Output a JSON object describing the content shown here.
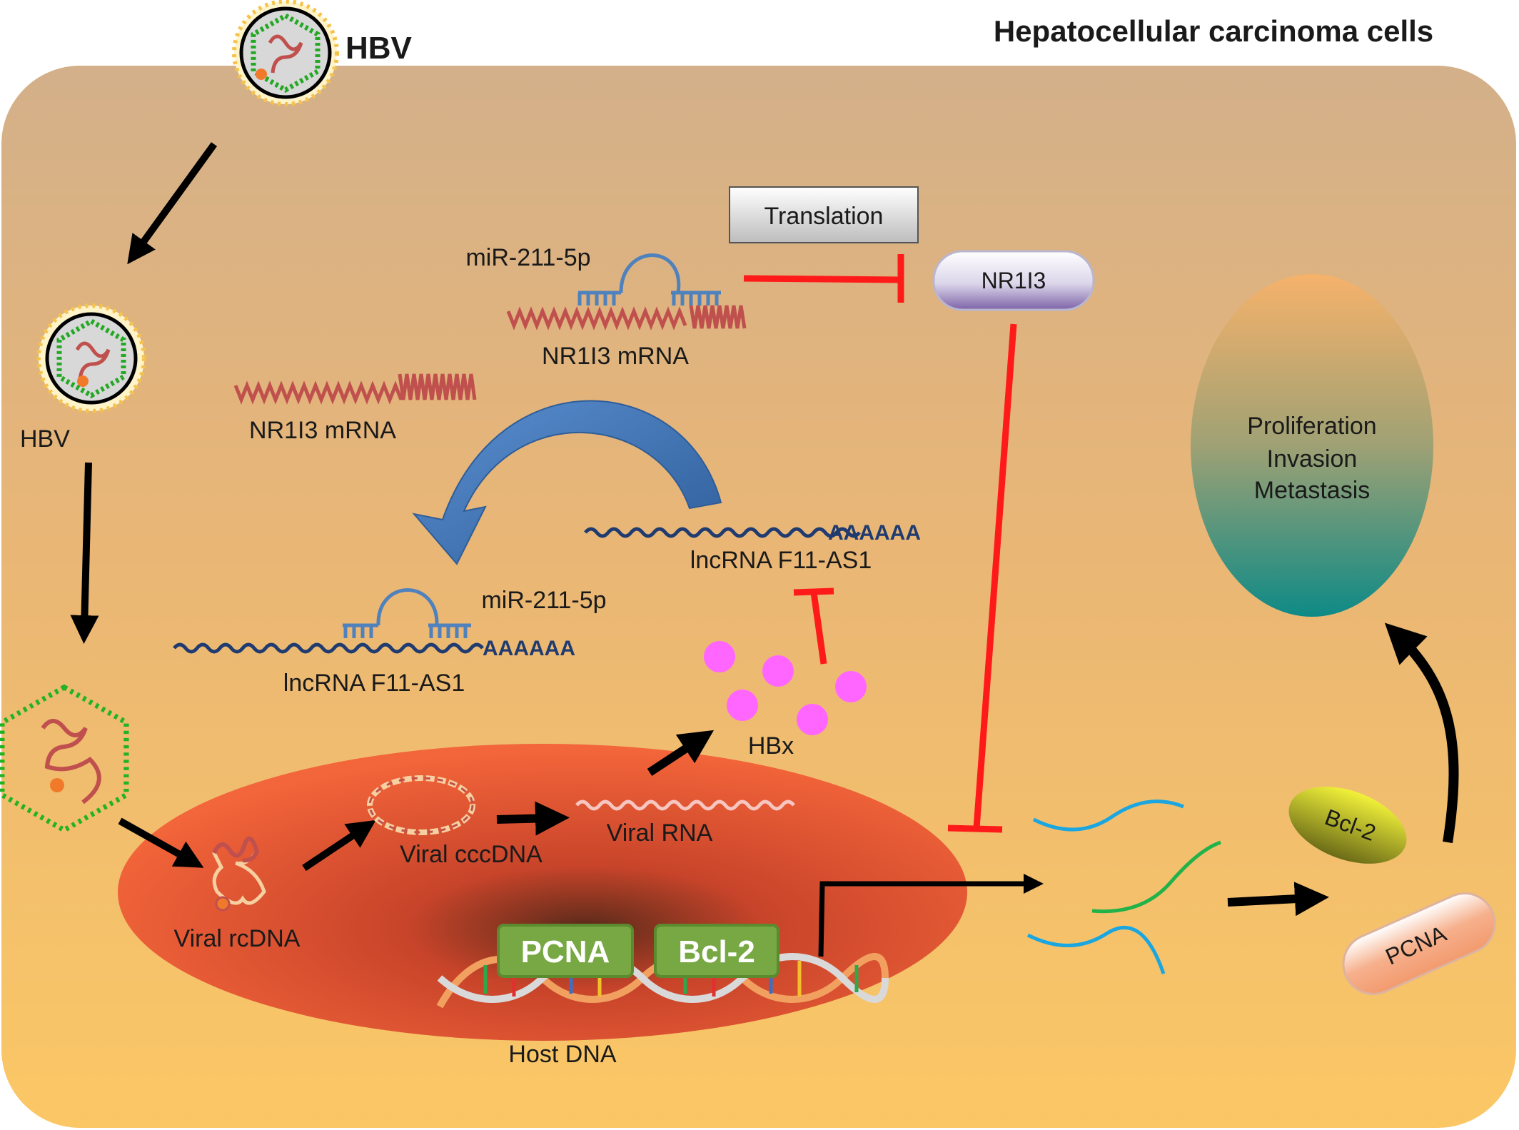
{
  "title": "Hepatocellular carcinoma cells",
  "hbv_outer_label": "HBV",
  "hbv_inner_label": "HBV",
  "translation_label": "Translation",
  "nr1i3_label": "NR1I3",
  "mirna_top_label": "miR-211-5p",
  "mrna_bound_label": "NR1I3 mRNA",
  "mrna_free_label": "NR1I3 mRNA",
  "lncrna_free_label": "lncRNA F11-AS1",
  "lncrna_free_tail": "AAAAAA",
  "mirna_bottom_label": "miR-211-5p",
  "lncrna_bound_label": "lncRNA F11-AS1",
  "lncrna_bound_tail": "AAAAAA",
  "hbx_label": "HBx",
  "outcome_lines": [
    "Proliferation",
    "Invasion",
    "Metastasis"
  ],
  "viral_rcdna_label": "Viral rcDNA",
  "viral_cccdna_label": "Viral cccDNA",
  "viral_rna_label": "Viral RNA",
  "pcna_gene_label": "PCNA",
  "bcl2_gene_label": "Bcl-2",
  "host_dna_label": "Host DNA",
  "bcl2_protein_label": "Bcl-2",
  "pcna_protein_label": "PCNA",
  "colors": {
    "inhibition": "#ff1a1a",
    "activation": "#000000",
    "mrna": "#c0504d",
    "lncrna": "#1f3b70",
    "mirna": "#4f81bd",
    "hbx": "#ff66ff",
    "gene_box": "#77a843"
  }
}
